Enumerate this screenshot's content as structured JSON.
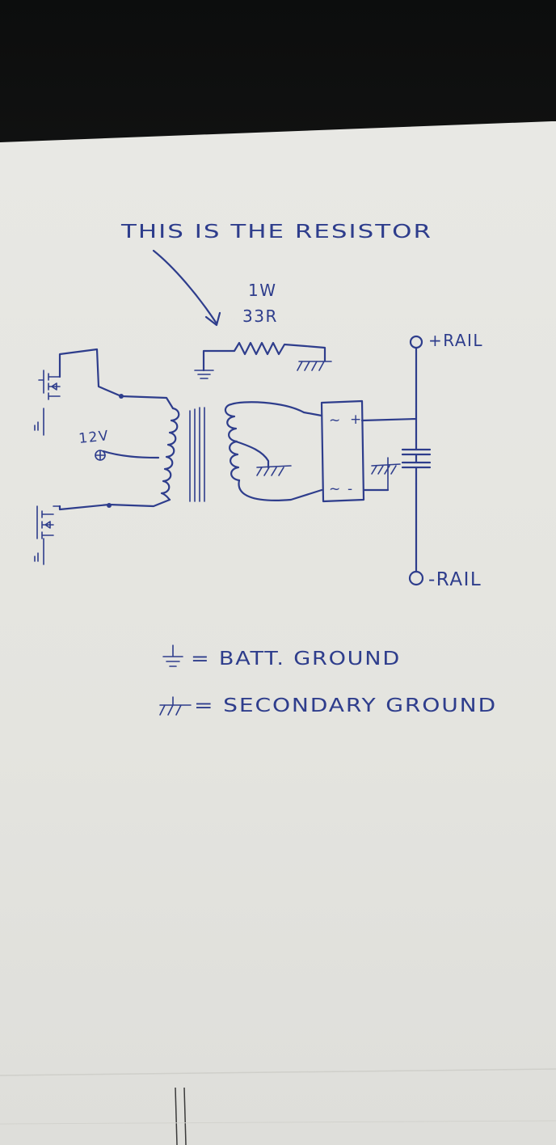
{
  "annotation": {
    "title": "THIS IS THE RESISTOR"
  },
  "resistor": {
    "power": "1W",
    "value": "33R"
  },
  "supply": {
    "voltage": "12V"
  },
  "rails": {
    "positive": "+RAIL",
    "negative": "-RAIL"
  },
  "rectifier": {
    "ac_top": "~",
    "plus": "+",
    "ac_bottom": "~",
    "minus": "-"
  },
  "legend": {
    "batt_ground": "= BATT. GROUND",
    "secondary_ground": "= SECONDARY GROUND"
  },
  "colors": {
    "ink": "#2e3d8c",
    "paper": "#e6e6e2"
  }
}
